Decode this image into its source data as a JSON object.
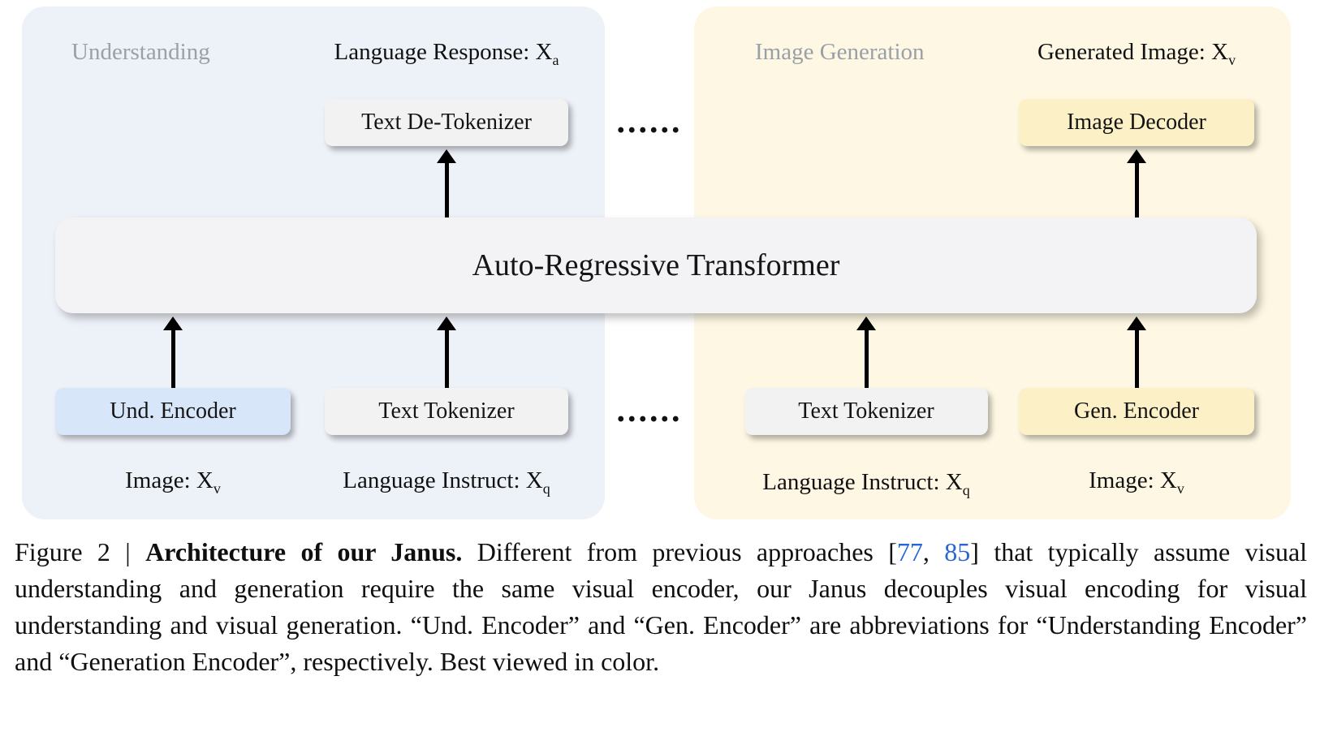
{
  "diagram": {
    "panels": {
      "understanding": {
        "label": "Understanding"
      },
      "generation": {
        "label": "Image Generation"
      }
    },
    "transformer": {
      "label": "Auto-Regressive Transformer"
    },
    "boxes": {
      "text_detokenizer": {
        "label": "Text De-Tokenizer"
      },
      "image_decoder": {
        "label": "Image Decoder"
      },
      "und_encoder": {
        "label": "Und. Encoder"
      },
      "text_tokenizer_left": {
        "label": "Text Tokenizer"
      },
      "text_tokenizer_right": {
        "label": "Text Tokenizer"
      },
      "gen_encoder": {
        "label": "Gen. Encoder"
      }
    },
    "io_labels": {
      "language_response": {
        "text": "Language Response: X",
        "sub": "a"
      },
      "generated_image": {
        "text": "Generated Image: X",
        "sub": "v"
      },
      "image_understanding": {
        "text": "Image: X",
        "sub": "v"
      },
      "language_instruct_left": {
        "text": "Language Instruct: X",
        "sub": "q"
      },
      "language_instruct_right": {
        "text": "Language Instruct: X",
        "sub": "q"
      },
      "image_generation": {
        "text": "Image: X",
        "sub": "v"
      }
    },
    "dots_top": "......",
    "dots_bottom": "......",
    "colors": {
      "understanding_panel": "#edf1f8",
      "generation_panel": "#fdf7e3",
      "und_encoder_box": "#d7e6f9",
      "generation_box": "#fcf0c6",
      "neutral_box": "#f2f2f3",
      "citation_link": "#2766d2",
      "panel_label_gray": "#9aa0a8"
    }
  },
  "caption": {
    "prefix": "Figure 2 | ",
    "bold": "Architecture of our Janus.",
    "seg1": " Different from previous approaches [",
    "cite1": "77",
    "sep": ", ",
    "cite2": "85",
    "seg2": "] that typically assume visual understanding and generation require the same visual encoder, our Janus decouples visual encoding for visual understanding and visual generation. “Und. Encoder” and “Gen. Encoder” are abbreviations for “Understanding Encoder” and “Generation Encoder”, respectively. Best viewed in color."
  }
}
